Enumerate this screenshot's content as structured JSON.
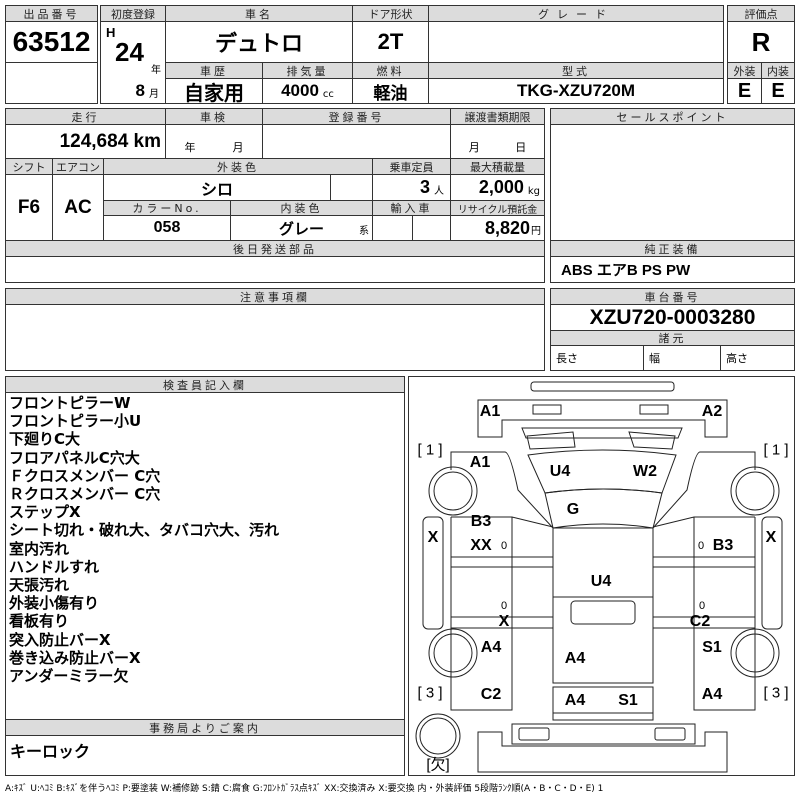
{
  "header": {
    "lot_label": "出品番号",
    "lot": "63512",
    "first_reg_label": "初度登録",
    "era": "H",
    "year": "24",
    "year_unit": "年",
    "month": "8",
    "month_unit": "月",
    "name_label": "車名",
    "name": "デュトロ",
    "door_label": "ドア形状",
    "door": "2T",
    "grade_label": "グレード",
    "grade": "",
    "history_label": "車歴",
    "history": "自家用",
    "displacement_label": "排気量",
    "displacement": "4000",
    "displacement_unit": "cc",
    "fuel_label": "燃料",
    "fuel": "軽油",
    "model_label": "型式",
    "model": "TKG-XZU720M",
    "score_label": "評価点",
    "score": "R",
    "exterior_label": "外装",
    "exterior": "E",
    "interior_label": "内装",
    "interior": "E"
  },
  "details": {
    "mileage_label": "走行",
    "mileage": "124,684 km",
    "inspection_label": "車検",
    "inspection_year_unit": "年",
    "inspection_month_unit": "月",
    "reg_no_label": "登録番号",
    "transfer_label": "譲渡書類期限",
    "transfer_month_unit": "月",
    "transfer_day_unit": "日",
    "shift_label": "シフト",
    "shift": "F6",
    "ac_label": "エアコン",
    "ac": "AC",
    "color_label": "外装色",
    "color": "シロ",
    "capacity_label": "乗車定員",
    "capacity": "3",
    "capacity_unit": "人",
    "load_label": "最大積載量",
    "load": "2,000",
    "load_unit": "kg",
    "color_no_label": "カラーNo.",
    "color_no": "058",
    "interior_color_label": "内装色",
    "interior_color": "グレー",
    "interior_color_unit": "系",
    "import_label": "輸入車",
    "recycle_label": "リサイクル預託金",
    "recycle": "8,820",
    "recycle_unit": "円",
    "later_parts_label": "後日発送部品"
  },
  "sales_point_label": "セールスポイント",
  "equipment_label": "純正装備",
  "equipment": "ABS エアB PS PW",
  "notes_label": "注意事項欄",
  "chassis_label": "車台番号",
  "chassis": "XZU720-0003280",
  "specs_label": "諸元",
  "length_label": "長さ",
  "width_label": "幅",
  "height_label": "高さ",
  "inspector_label": "検査員記入欄",
  "inspector_notes": [
    "フロントピラーW",
    "フロントピラー小U",
    "下廻りC大",
    "フロアパネルC穴大",
    "Ｆクロスメンバー C穴",
    "Ｒクロスメンバー C穴",
    "ステップX",
    "シート切れ・破れ大、タバコ穴大、汚れ",
    "室内汚れ",
    "ハンドルすれ",
    "天張汚れ",
    "外装小傷有り",
    "看板有り",
    "突入防止バーX",
    "巻き込み防止バーX",
    "アンダーミラー欠"
  ],
  "office_label": "事務局よりご案内",
  "office_note": "キーロック",
  "diagram": {
    "labels": [
      "A1",
      "A2",
      "A1",
      "U4",
      "W2",
      "G",
      "B3",
      "XX",
      "0",
      "X",
      "0",
      "B3",
      "X",
      "U4",
      "0",
      "0",
      "X",
      "C2",
      "A4",
      "A4",
      "S1",
      "C2",
      "A4",
      "S1",
      "A4"
    ],
    "tires": [
      "[ 1 ]",
      "[ 1 ]",
      "[ 3 ]",
      "[ 3 ]",
      "[欠]"
    ]
  },
  "legend": "A:ｷｽﾞ U:ﾍｺﾐ B:ｷｽﾞを伴うﾍｺﾐ P:要塗装 W:補修跡 S:錆 C:腐食 G:ﾌﾛﾝﾄｶﾞﾗｽ点ｷｽﾞ XX:交換済み X:要交換 内・外装評価 5段階ﾗﾝｸ順(A・B・C・D・E) 1"
}
